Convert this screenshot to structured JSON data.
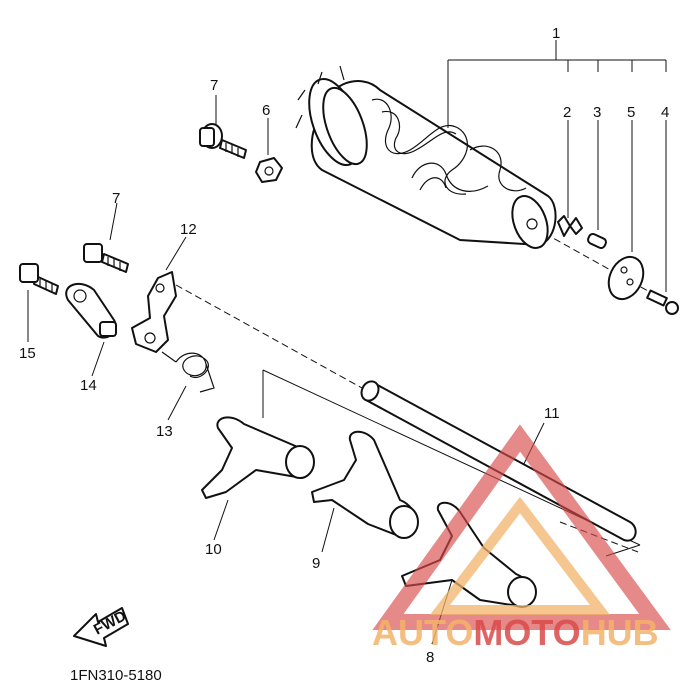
{
  "callouts": {
    "n1": "1",
    "n2": "2",
    "n3": "3",
    "n4": "4",
    "n5": "5",
    "n6": "6",
    "n7a": "7",
    "n7b": "7",
    "n8": "8",
    "n9": "9",
    "n10": "10",
    "n11": "11",
    "n12": "12",
    "n13": "13",
    "n14": "14",
    "n15": "15"
  },
  "front_arrow": "FWD",
  "diagram_code": "1FN310-5180",
  "watermark": {
    "part1": "AUTO",
    "part2": "MOTO",
    "part3": "HUB",
    "color_light": "#f2b36a",
    "color_red": "#d94a4a"
  }
}
